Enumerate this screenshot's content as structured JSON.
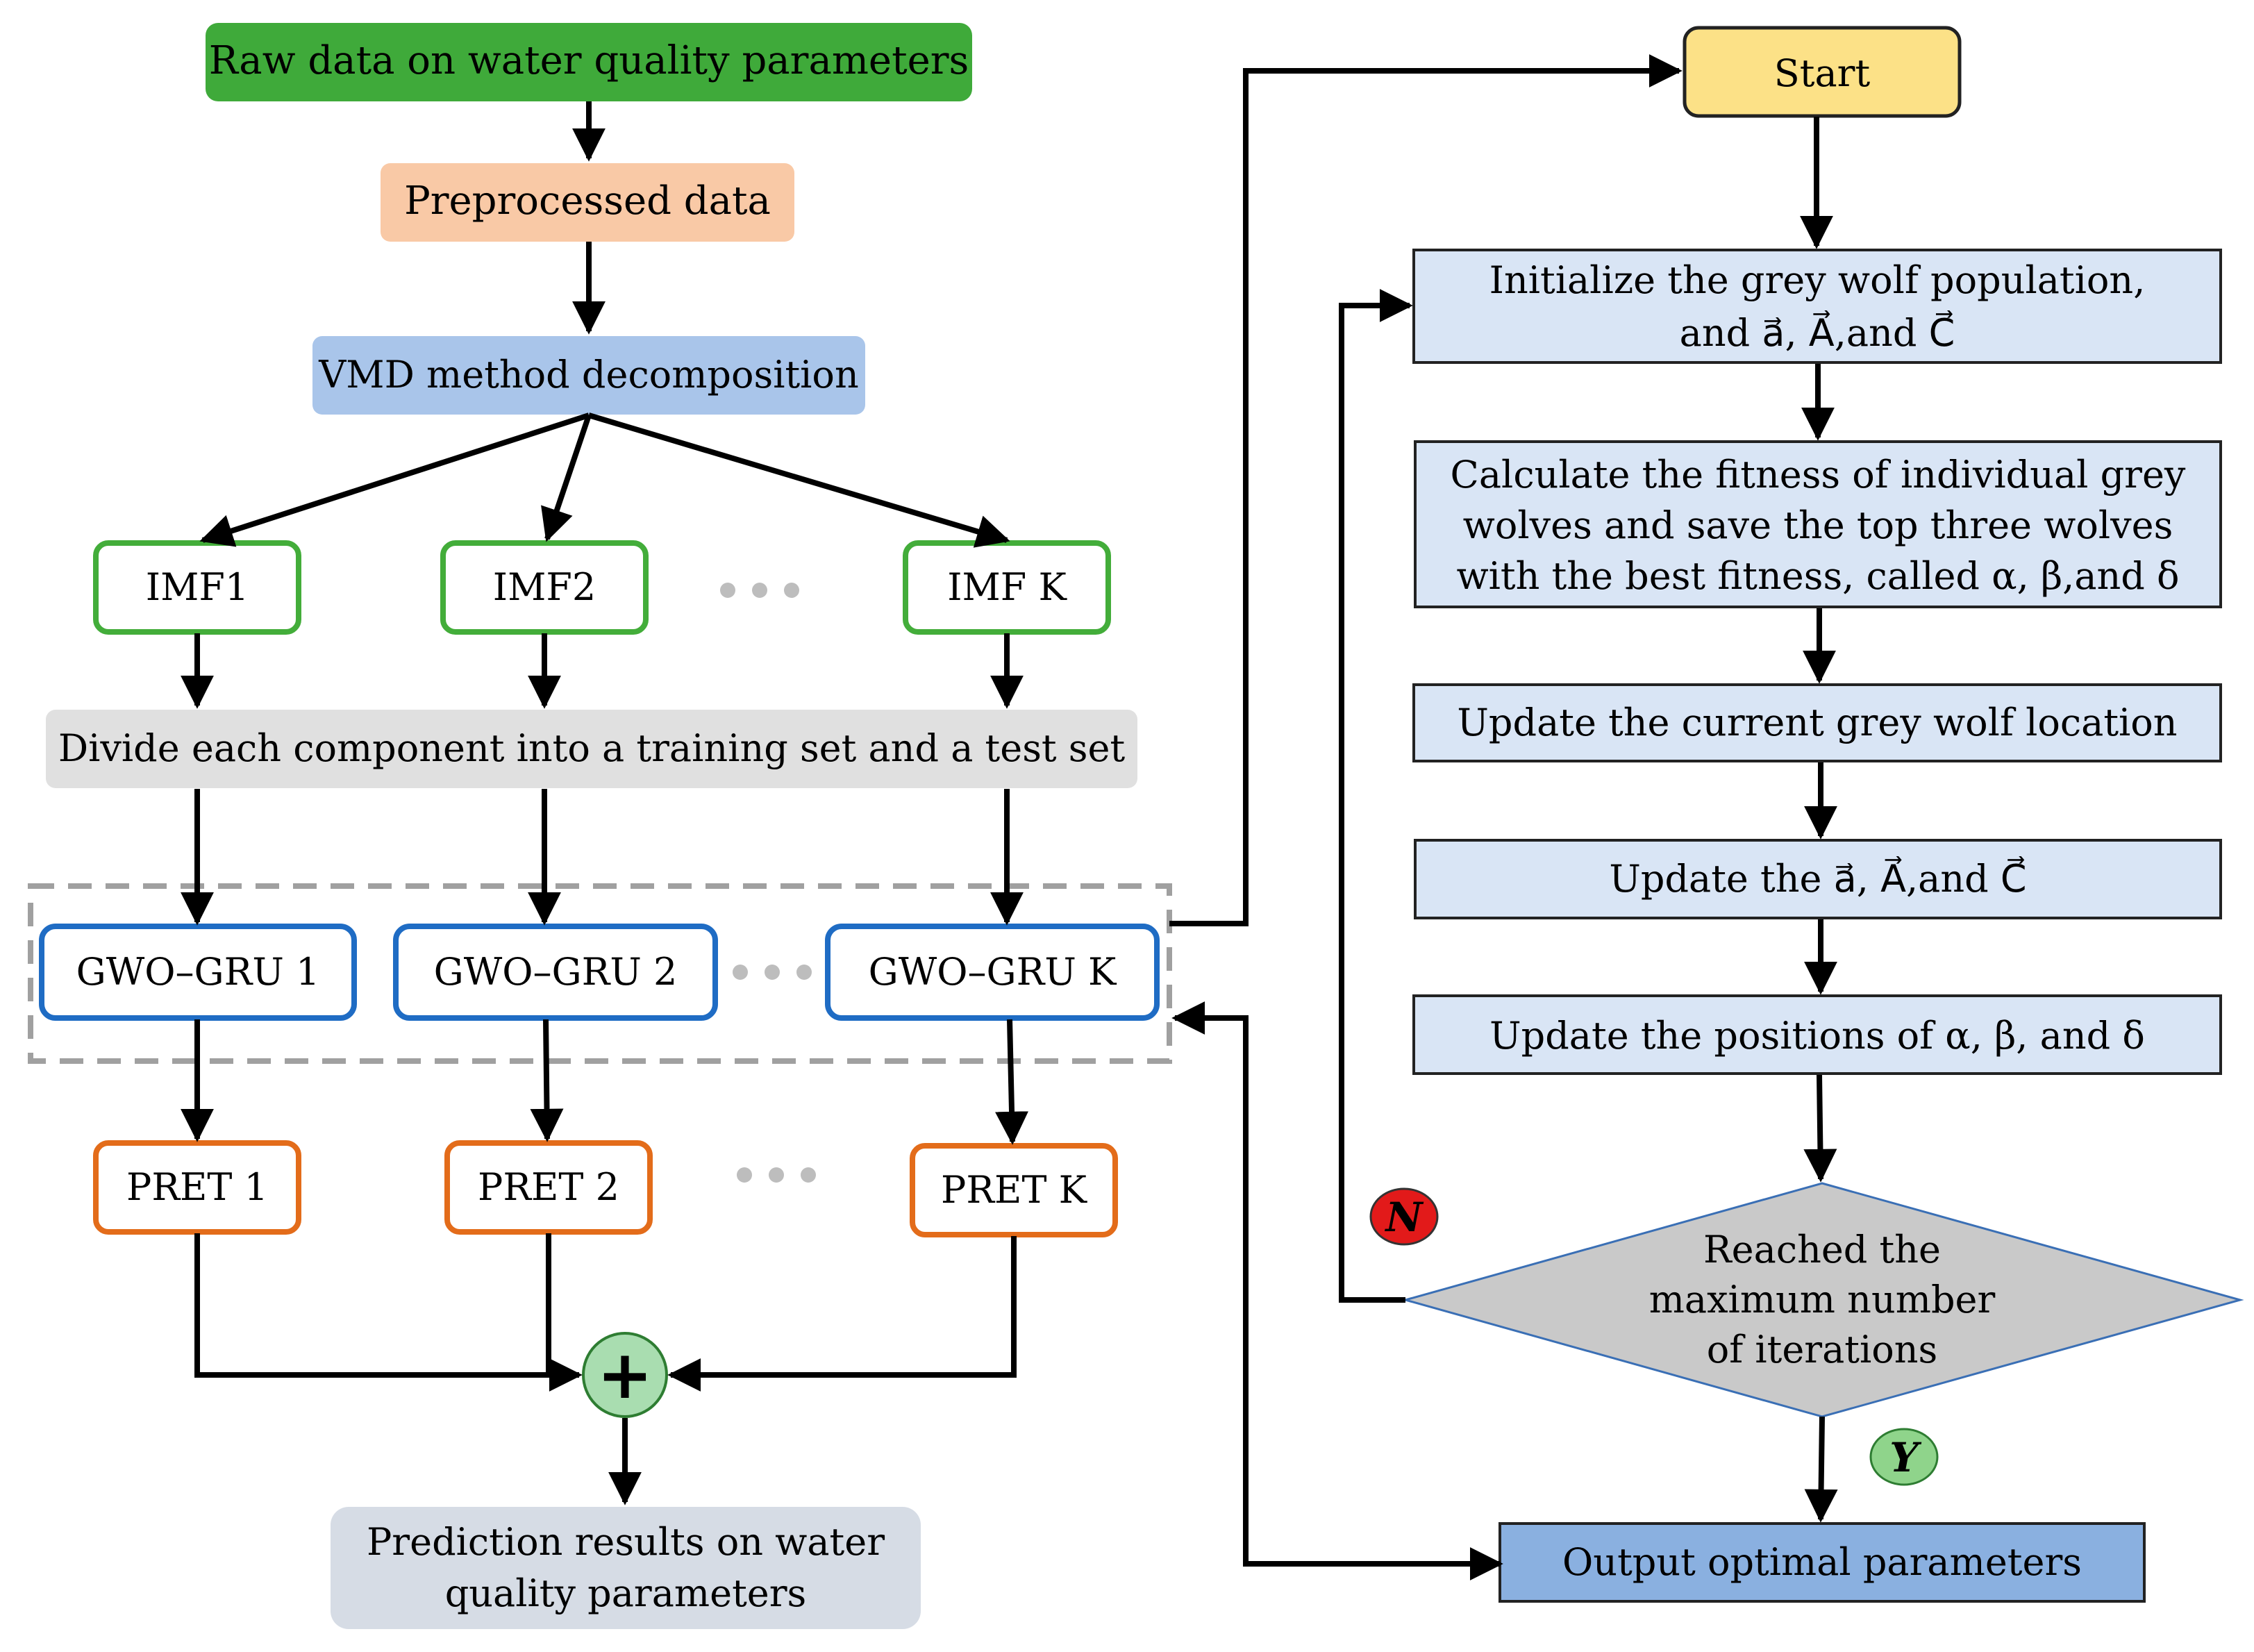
{
  "colors": {
    "raw_fill": "#3FAA3A",
    "pre_fill": "#F9C9A6",
    "vmd_fill": "#A9C5EA",
    "imf_border": "#43AD3A",
    "divide_fill": "#E0E0E0",
    "gru_border": "#1F6CC4",
    "pret_border": "#E36C1A",
    "result_fill": "#D6DCE5",
    "start_fill": "#FCE187",
    "step_fill": "#D9E5F5",
    "output_fill": "#8AB0E0",
    "diamond_fill": "#C9C9C9",
    "badge_n": "#E21A1A",
    "badge_y": "#8FD48B",
    "plus_fill": "#A9DDB0",
    "dash": "#A0A0A0"
  },
  "left": {
    "raw_data": "Raw data on water quality parameters",
    "preprocessed": "Preprocessed data",
    "vmd": "VMD method decomposition",
    "imfs": [
      "IMF1",
      "IMF2",
      "IMF K"
    ],
    "divide": "Divide each component into a training set and a test set",
    "grus": [
      "GWO–GRU 1",
      "GWO–GRU 2",
      "GWO–GRU K"
    ],
    "prets": [
      "PRET 1",
      "PRET 2",
      "PRET K"
    ],
    "plus": "+",
    "result_line1": "Prediction results on water",
    "result_line2": "quality parameters"
  },
  "right": {
    "start": "Start",
    "init_line1": "Initialize the grey wolf population,",
    "init_line2": "and a⃗, A⃗,and C⃗",
    "fitness_line1": "Calculate the fitness of individual grey",
    "fitness_line2": "wolves and save the top three wolves",
    "fitness_line3": "with the best fitness, called α, β,and δ",
    "update_location": "Update the current grey wolf location",
    "update_params": "Update the a⃗, A⃗,and C⃗",
    "update_positions": "Update the positions of α, β, and δ",
    "diamond_line1": "Reached the",
    "diamond_line2": "maximum number",
    "diamond_line3": "of iterations",
    "badge_n": "N",
    "badge_y": "Y",
    "output": "Output optimal parameters"
  }
}
